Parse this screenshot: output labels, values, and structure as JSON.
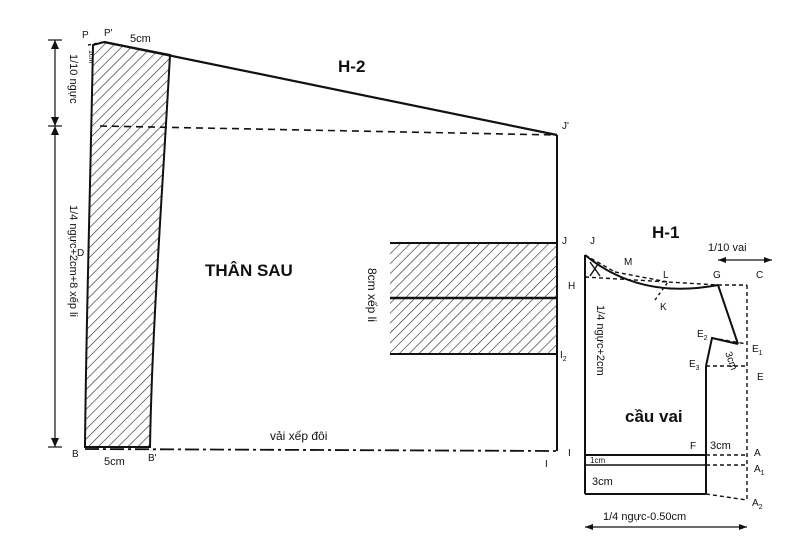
{
  "h2": {
    "title": "H-2",
    "piece_name": "THÂN SAU",
    "fold_note": "vải xếp đôi",
    "pleat_note": "8cm xếp li",
    "dim_top": "5cm",
    "dim_bottom": "5cm",
    "dim_shoulder": "1/10 ngực",
    "dim_side": "1/4 ngực+2cm+8 xếp li",
    "small_note": "1cm",
    "points": {
      "P": "P",
      "P_prime": "P'",
      "J_prime": "J'",
      "J": "J",
      "I2": "I",
      "I2_sub": "2",
      "I": "I",
      "B": "B",
      "B_prime": "B'",
      "D": "D"
    }
  },
  "h1": {
    "title": "H-1",
    "piece_name": "cầu vai",
    "dim_top": "1/10 vai",
    "dim_side": "1/4 ngực+2cm",
    "dim_bottom": "1/4 ngực-0.50cm",
    "dim_3cm_a": "3cm",
    "dim_3cm_b": "3cm",
    "dim_3cm_c": "3cm",
    "dim_1cm": "1cm",
    "points": {
      "J": "J",
      "M": "M",
      "H": "H",
      "L": "L",
      "G": "G",
      "C": "C",
      "K": "K",
      "E": "E",
      "E1": "E",
      "E1_sub": "1",
      "E2": "E",
      "E2_sub": "2",
      "E3": "E",
      "E3_sub": "3",
      "F": "F",
      "I": "I",
      "A": "A",
      "A1": "A",
      "A1_sub": "1",
      "A2": "A",
      "A2_sub": "2"
    }
  }
}
